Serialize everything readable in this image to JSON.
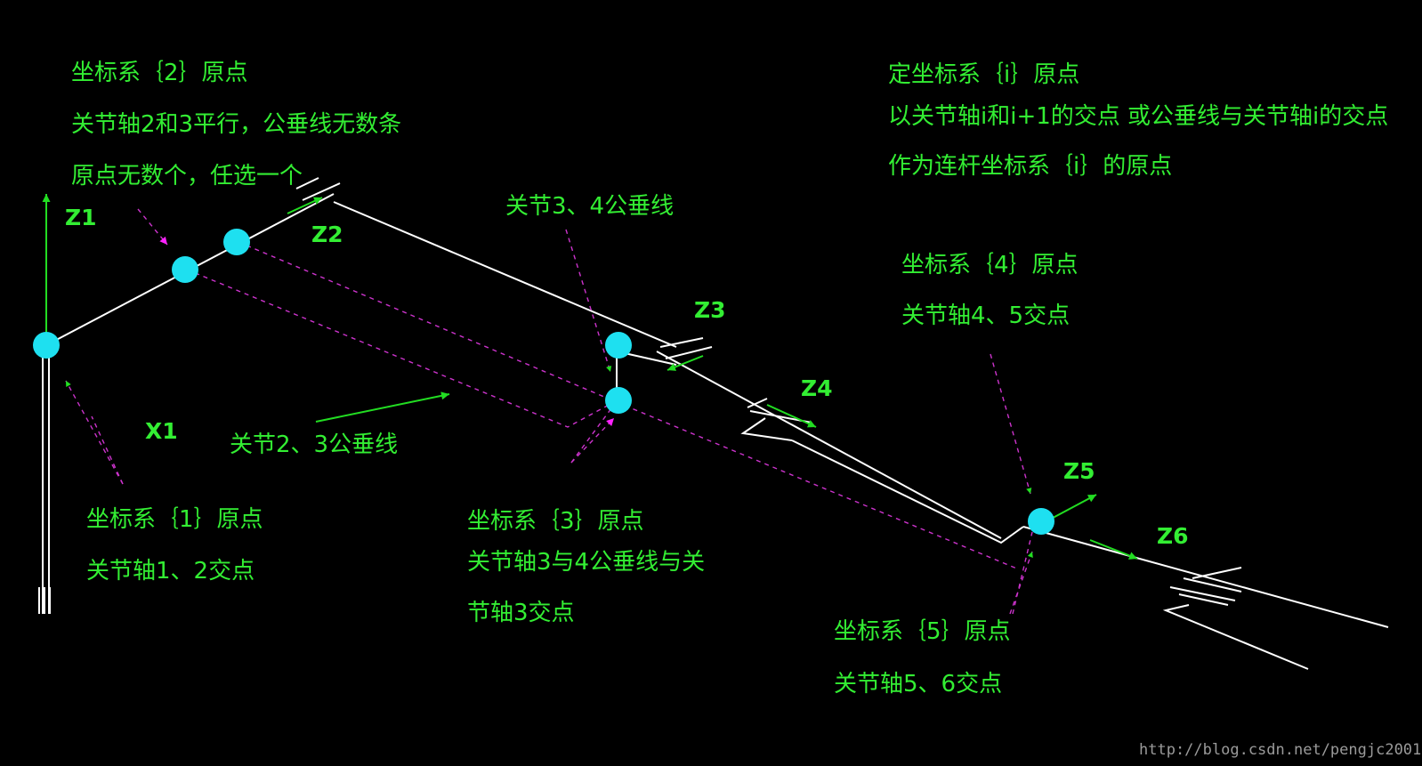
{
  "axes": {
    "z1": "Z1",
    "x1": "X1",
    "z2": "Z2",
    "z3": "Z3",
    "z4": "Z4",
    "z5": "Z5",
    "z6": "Z6"
  },
  "frame2": {
    "line1": "坐标系｛2｝原点",
    "line2": "关节轴2和3平行，公垂线无数条",
    "line3": "原点无数个，任选一个"
  },
  "frame_i": {
    "line1": "定坐标系｛i｝原点",
    "line2": "以关节轴i和i+1的交点 或公垂线与关节轴i的交点",
    "line3": "作为连杆坐标系｛i｝的原点"
  },
  "perp34": "关节3、4公垂线",
  "perp23": "关节2、3公垂线",
  "frame4": {
    "line1": "坐标系｛4｝原点",
    "line2": "关节轴4、5交点"
  },
  "frame1": {
    "line1": "坐标系｛1｝原点",
    "line2": "关节轴1、2交点"
  },
  "frame3": {
    "line1": "坐标系｛3｝原点",
    "line2": "关节轴3与4公垂线与关",
    "line3": "节轴3交点"
  },
  "frame5": {
    "line1": "坐标系｛5｝原点",
    "line2": "关节轴5、6交点"
  },
  "watermark": "http://blog.csdn.net/pengjc2001",
  "colors": {
    "background": "#000000",
    "label": "#33ee33",
    "link": "#ffffff",
    "perpendicular": "#cc33cc",
    "joint": "#1ee0f0"
  }
}
